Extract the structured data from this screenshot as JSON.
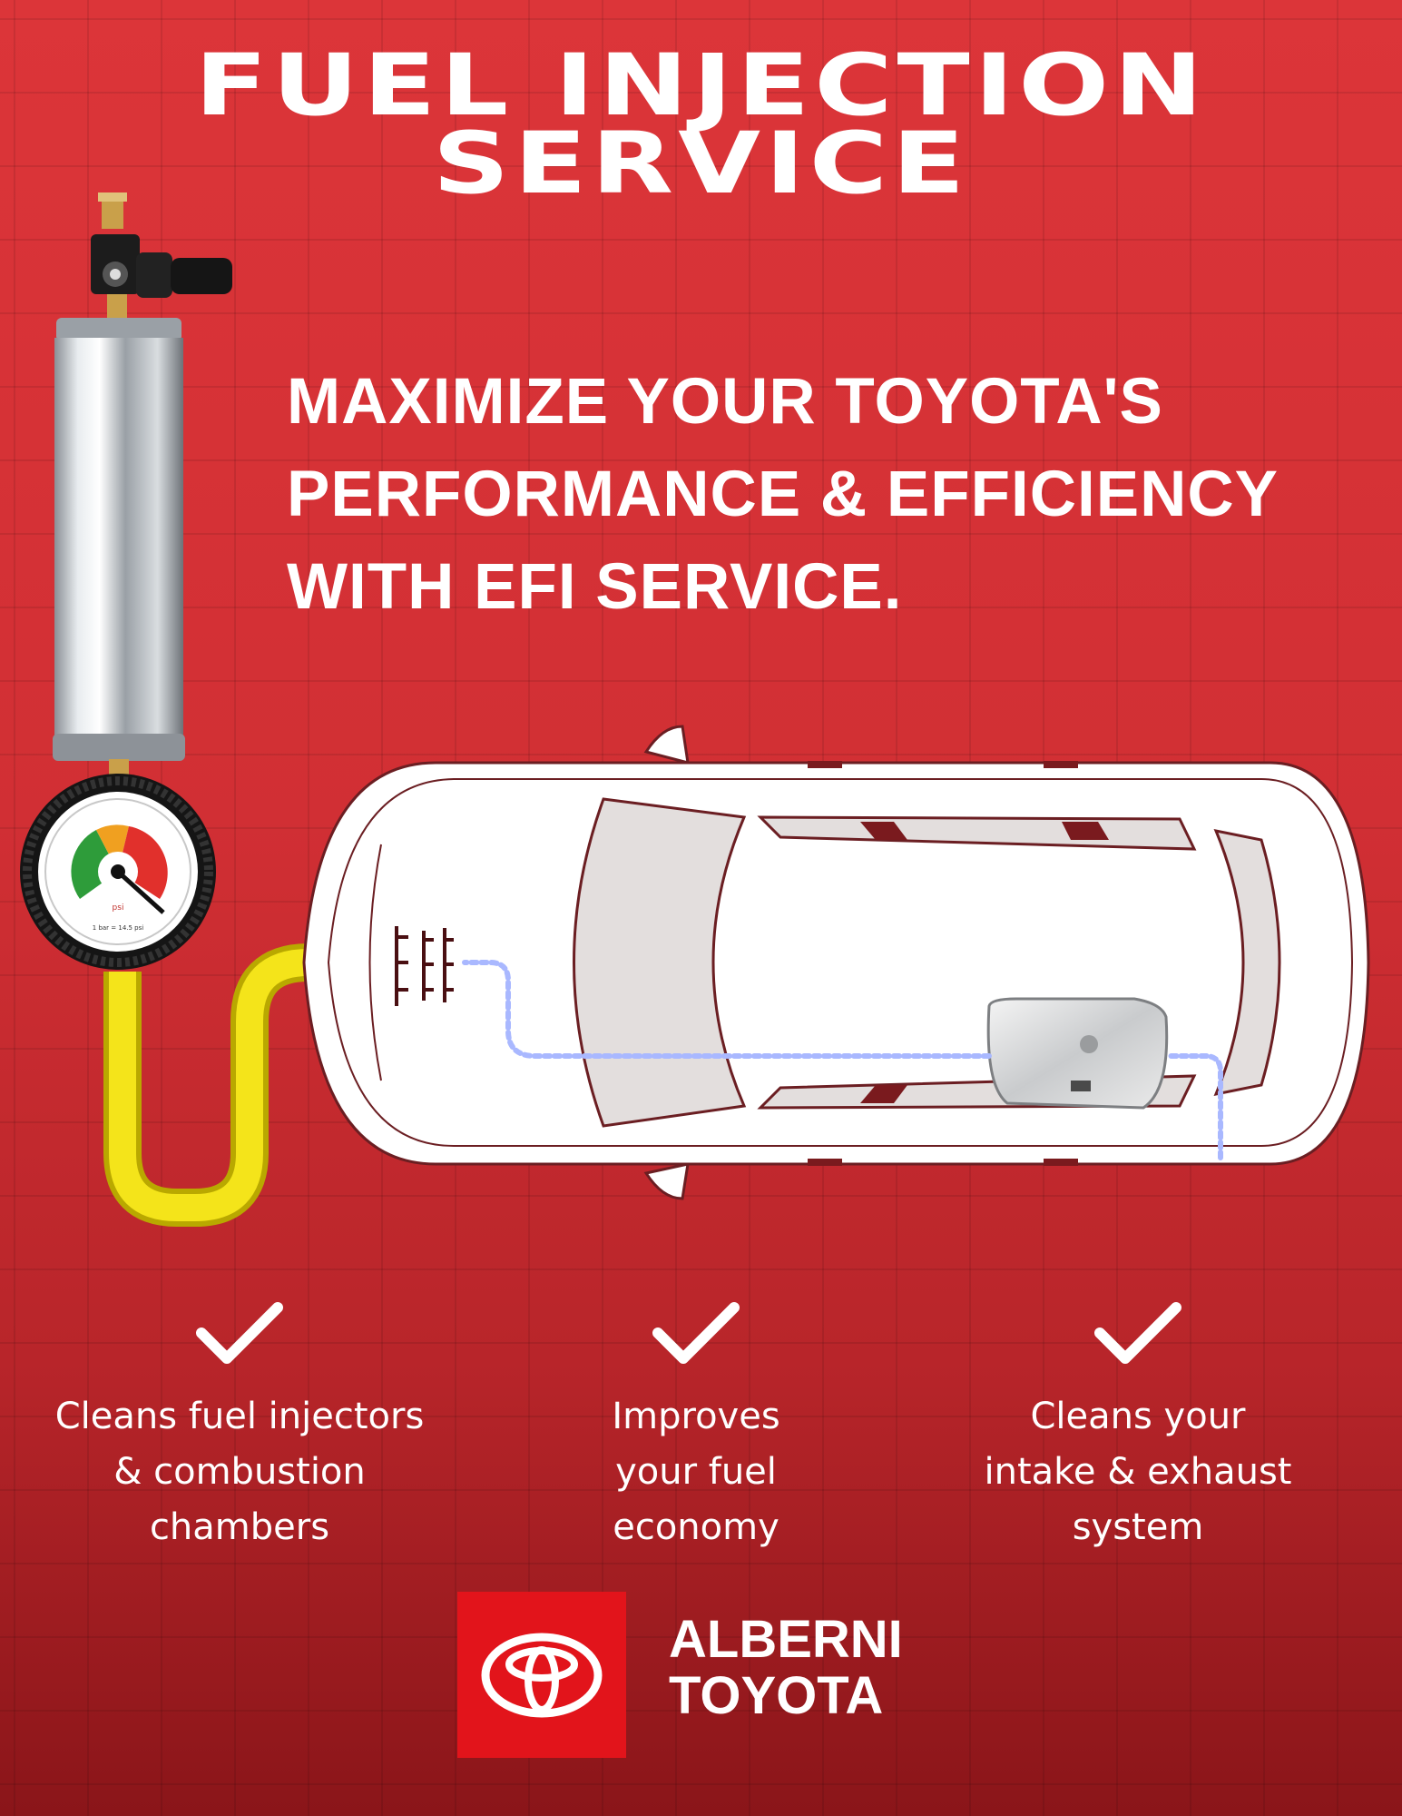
{
  "header": {
    "title_line1": "FUEL INJECTION",
    "title_line2": "SERVICE"
  },
  "headline": {
    "line1": "MAXIMIZE YOUR TOYOTA'S",
    "line2": "PERFORMANCE & EFFICIENCY",
    "line3": "WITH EFI SERVICE."
  },
  "gauge": {
    "unit": "psi",
    "note": "1 bar = 14.5 psi"
  },
  "benefits": [
    {
      "line1": "Cleans fuel injectors",
      "line2": "& combustion",
      "line3": "chambers"
    },
    {
      "line1": "Improves",
      "line2": "your fuel",
      "line3": "economy"
    },
    {
      "line1": "Cleans your",
      "line2": "intake & exhaust",
      "line3": "system"
    }
  ],
  "brand": {
    "line1": "ALBERNI",
    "line2": "TOYOTA",
    "logo_color": "#e2141b"
  },
  "colors": {
    "background": "#d12f34",
    "hose": "#f2e000",
    "flow_arrows": "#9fb3ff"
  }
}
